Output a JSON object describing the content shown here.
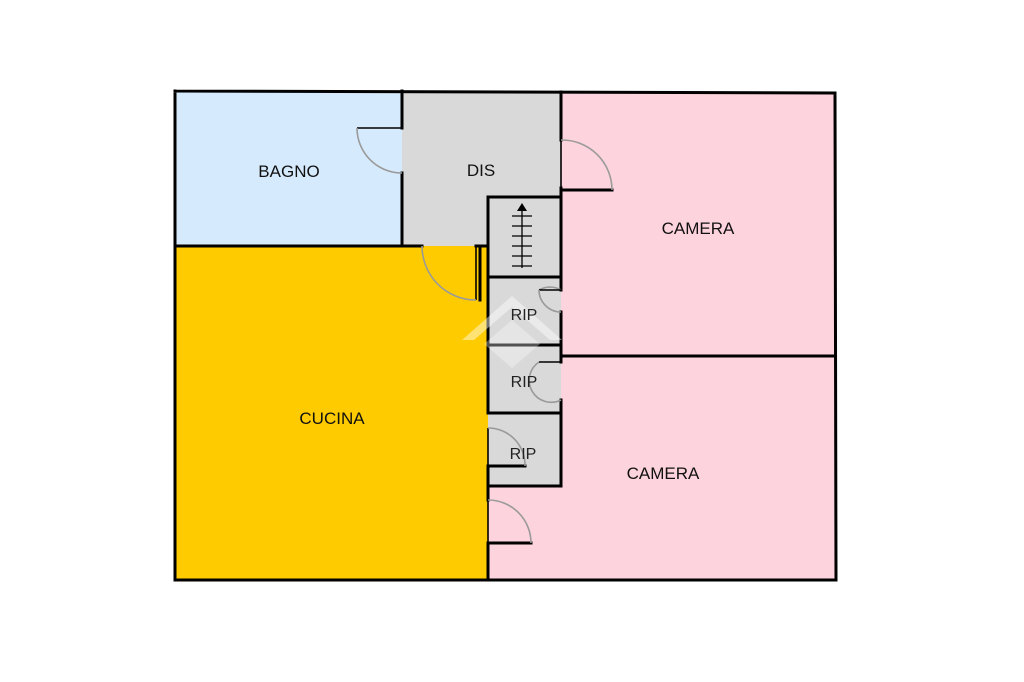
{
  "plan": {
    "rooms": [
      {
        "id": "bagno",
        "label": "BAGNO",
        "color": "#d6eafd"
      },
      {
        "id": "dis",
        "label": "DIS",
        "color": "#d9d9d9"
      },
      {
        "id": "camera1",
        "label": "CAMERA",
        "color": "#fdd3dd"
      },
      {
        "id": "cucina",
        "label": "CUCINA",
        "color": "#fecb00"
      },
      {
        "id": "rip1",
        "label": "RIP",
        "color": "#d9d9d9"
      },
      {
        "id": "rip2",
        "label": "RIP",
        "color": "#d9d9d9"
      },
      {
        "id": "rip3",
        "label": "RIP",
        "color": "#d9d9d9"
      },
      {
        "id": "camera2",
        "label": "CAMERA",
        "color": "#fdd3dd"
      }
    ],
    "colors": {
      "bagno": "#d6eafd",
      "service": "#d9d9d9",
      "camera": "#fdd3dd",
      "cucina": "#fecb00",
      "wall": "#000000",
      "door": "#9a9a9a"
    },
    "icons": [
      "stair-icon",
      "watermark-icon"
    ]
  }
}
